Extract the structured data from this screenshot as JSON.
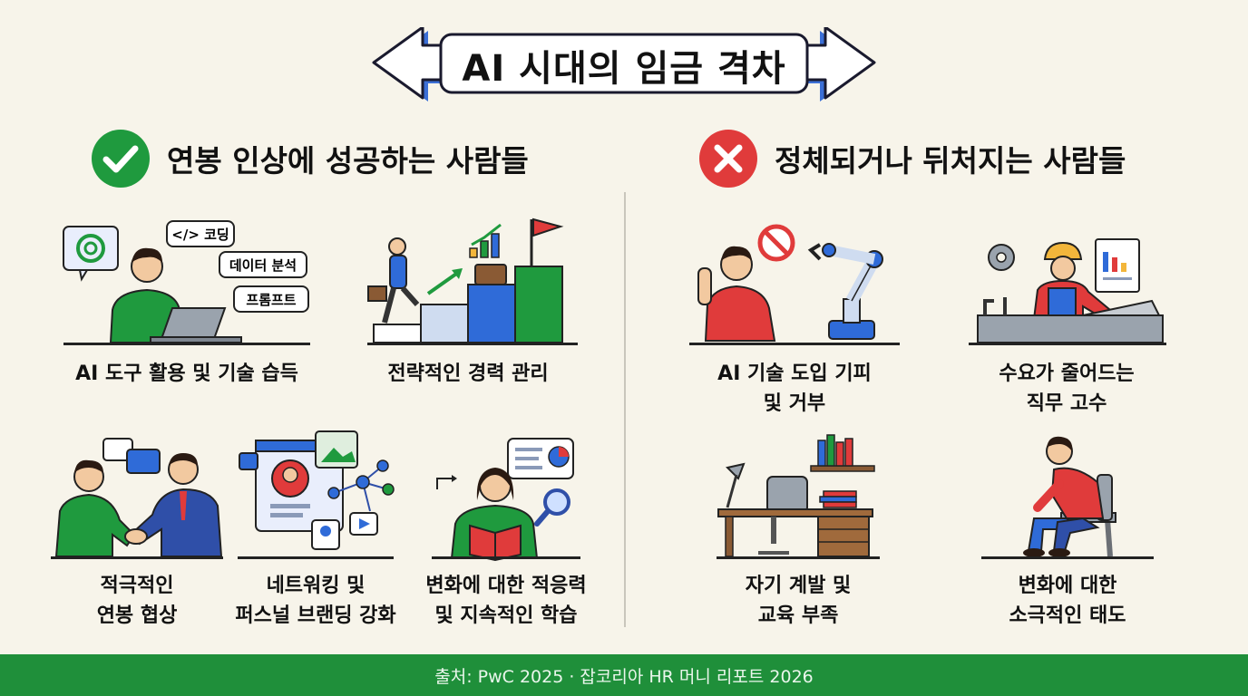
{
  "title": "AI 시대의 임금 격차",
  "left_section": {
    "heading": "연봉 인상에 성공하는 사람들",
    "icon": "check-icon",
    "color": "#1f9a3e",
    "items": [
      {
        "lines": [
          "AI 도구 활용 및 기술 습득"
        ],
        "bubbles": [
          "</> 코딩",
          "데이터 분석",
          "프롬프트"
        ]
      },
      {
        "lines": [
          "전략적인 경력 관리"
        ]
      },
      {
        "lines": [
          "적극적인",
          "연봉 협상"
        ]
      },
      {
        "lines": [
          "네트워킹 및",
          "퍼스널 브랜딩 강화"
        ]
      },
      {
        "lines": [
          "변화에 대한 적응력",
          "및 지속적인 학습"
        ]
      }
    ]
  },
  "right_section": {
    "heading": "정체되거나 뒤처지는 사람들",
    "icon": "x-icon",
    "color": "#e03b3b",
    "items": [
      {
        "lines": [
          "AI 기술 도입 기피",
          "및 거부"
        ]
      },
      {
        "lines": [
          "수요가 줄어드는",
          "직무 고수"
        ]
      },
      {
        "lines": [
          "자기 계발 및",
          "교육 부족"
        ]
      },
      {
        "lines": [
          "변화에 대한",
          "소극적인 태도"
        ]
      }
    ]
  },
  "footer": "출처: PwC 2025 · 잡코리아 HR 머니 리포트 2026",
  "colors": {
    "background": "#f7f4ea",
    "accent_green": "#1f8f3a",
    "accent_red": "#e03b3b",
    "banner_blue": "#3b6fd6"
  }
}
